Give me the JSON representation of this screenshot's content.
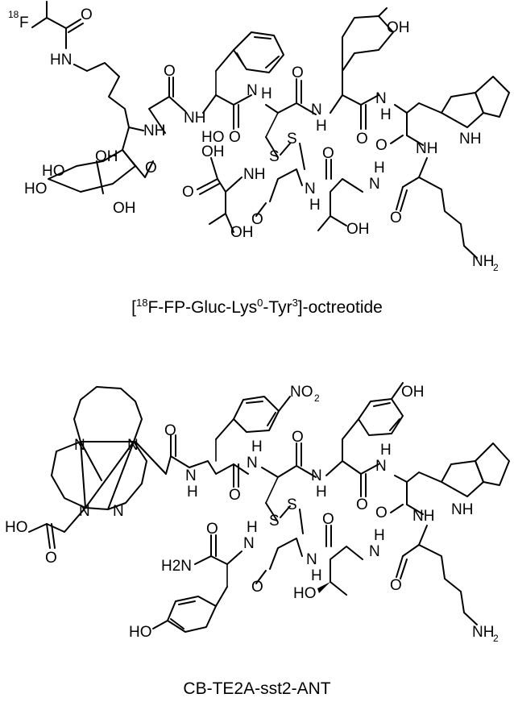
{
  "compounds": [
    {
      "name_parts": [
        "[",
        "18",
        "F-FP-Gluc-Lys",
        "0",
        "-Tyr",
        "3",
        "]-octreotide"
      ],
      "atom_labels": [
        "18F",
        "O",
        "HN",
        "NH",
        "HO",
        "HO",
        "OH",
        "OH",
        "O",
        "O",
        "O",
        "O",
        "NH",
        "N",
        "NH",
        "H",
        "N",
        "N",
        "H",
        "OH",
        "S",
        "S",
        "HO",
        "O",
        "NH",
        "N",
        "H",
        "N",
        "H",
        "NH",
        "OH",
        "O",
        "O",
        "O",
        "NH",
        "NH2"
      ]
    },
    {
      "name": "CB-TE2A-sst2-ANT",
      "atom_labels": [
        "NO2",
        "OH",
        "O",
        "N",
        "N",
        "N",
        "N",
        "HO",
        "O",
        "N",
        "H",
        "N",
        "H",
        "N",
        "H",
        "N",
        "H",
        "NH",
        "O",
        "O",
        "O",
        "S",
        "S",
        "O",
        "H2N",
        "N",
        "H",
        "N",
        "H",
        "N",
        "H",
        "NH",
        "HO",
        "O",
        "O",
        "O",
        "HO",
        "NH2"
      ]
    }
  ]
}
